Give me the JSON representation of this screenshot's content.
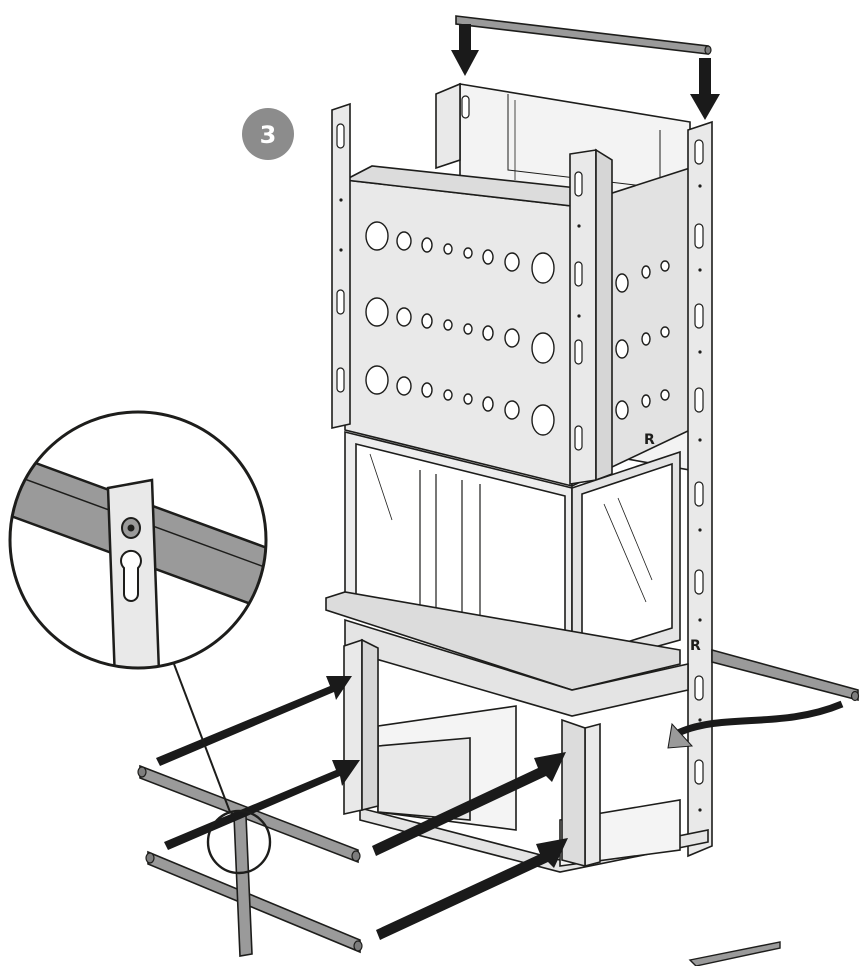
{
  "step_badge": {
    "label": "3",
    "color": "#8c8c8c"
  },
  "marks": [
    "R",
    "R"
  ],
  "colors": {
    "frame": "#e9e9e9",
    "frame_dark": "#c9c9c9",
    "bar": "#9a9a9a",
    "bar_dark": "#7d7d7d",
    "line": "#1d1d1b",
    "arrow": "#1a1a1a",
    "glass": "#ffffff"
  },
  "icons": [
    "down-arrow-icon",
    "right-arrow-icon",
    "curved-arrow-icon",
    "magnifier-callout-icon"
  ]
}
